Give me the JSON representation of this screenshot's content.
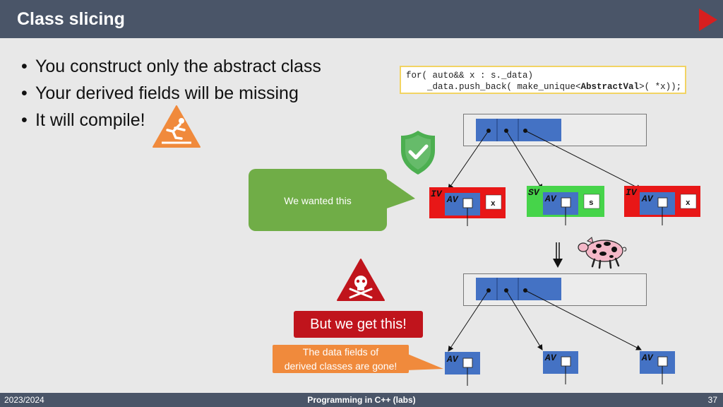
{
  "header": {
    "title": "Class slicing"
  },
  "bullets": [
    "You construct only the abstract class",
    "Your derived fields will be missing",
    "It will compile!"
  ],
  "code": {
    "line1": "for( auto&& x : s._data)",
    "line2_pre": "    _data.push_back( make_unique<",
    "line2_bold": "AbstractVal",
    "line2_post": ">( *x));"
  },
  "bubble": {
    "text": "We wanted this"
  },
  "objects": {
    "iv_label": "IV",
    "sv_label": "SV",
    "av_label": "AV",
    "field_x": "x",
    "field_s": "s"
  },
  "labels": {
    "but": "But we get this!",
    "gone_line1": "The data fields of",
    "gone_line2": "derived classes are gone!"
  },
  "footer": {
    "left": "2023/2024",
    "center": "Programming in C++ (labs)",
    "right": "37"
  },
  "colors": {
    "header": "#4a5568",
    "red": "#e81717",
    "green": "#46d44a",
    "blue": "#4472c4",
    "orange": "#f08a3c"
  }
}
